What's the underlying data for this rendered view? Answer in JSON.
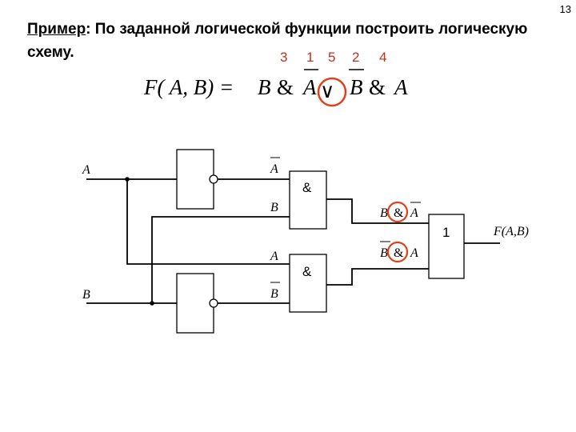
{
  "page_number": "13",
  "task": {
    "label": "Пример",
    "text": ": По заданной логической функции построить логическую схему."
  },
  "step_numbers": [
    "3",
    "1",
    "5",
    "2",
    "4"
  ],
  "formula": {
    "lhs": "F( A, B) =",
    "b1": "B",
    "amp1": "&",
    "a1": "A",
    "or": "∨",
    "b2": "B",
    "amp2": "&",
    "a2": "A"
  },
  "diagram": {
    "input_a": "A",
    "input_b": "B",
    "not_a_out": "A",
    "not_b_out": "B",
    "and1_in_b": "B",
    "and2_in_a": "A",
    "and_symbol": "&",
    "or_symbol": "1",
    "and1_out_b": "B",
    "and1_out_amp": "&",
    "and1_out_a": "A",
    "and2_out_b": "B",
    "and2_out_amp": "&",
    "and2_out_a": "A",
    "output": "F(A,B)"
  },
  "colors": {
    "highlight": "#e0401a",
    "step_number": "#c0301a",
    "line": "#000000"
  }
}
